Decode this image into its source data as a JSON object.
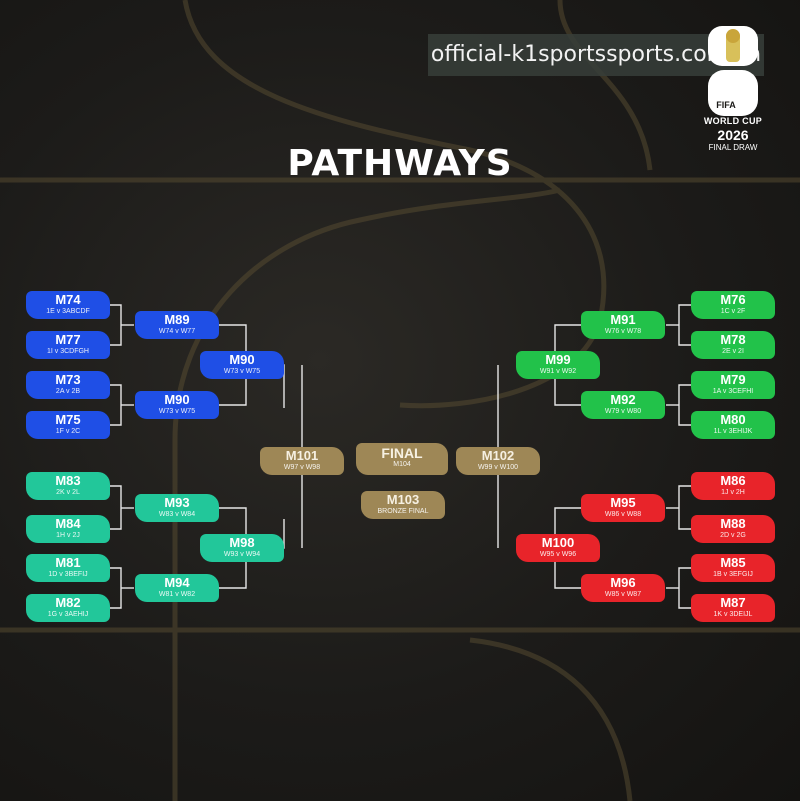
{
  "watermark": "official-k1sportssports.com.cn",
  "logo": {
    "fifa": "FIFA",
    "world_cup": "WORLD CUP",
    "year": "2026",
    "final_draw": "FINAL DRAW"
  },
  "title": "PATHWAYS",
  "colors": {
    "blue": "#1f4fe6",
    "teal": "#22c79a",
    "green": "#22c24a",
    "red": "#e8242a",
    "gold": "#9e8756"
  },
  "matches": {
    "m74": {
      "code": "M74",
      "sub": "1E v 3ABCDF"
    },
    "m77": {
      "code": "M77",
      "sub": "1I v 3CDFGH"
    },
    "m73": {
      "code": "M73",
      "sub": "2A v 2B"
    },
    "m75": {
      "code": "M75",
      "sub": "1F v 2C"
    },
    "m83": {
      "code": "M83",
      "sub": "2K v 2L"
    },
    "m84": {
      "code": "M84",
      "sub": "1H v 2J"
    },
    "m81": {
      "code": "M81",
      "sub": "1D v 3BEFIJ"
    },
    "m82": {
      "code": "M82",
      "sub": "1G v 3AEHIJ"
    },
    "m89": {
      "code": "M89",
      "sub": "W74 v W77"
    },
    "m90a": {
      "code": "M90",
      "sub": "W73 v W75"
    },
    "m90b": {
      "code": "M90",
      "sub": "W73 v W75"
    },
    "m93": {
      "code": "M93",
      "sub": "W83 v W84"
    },
    "m94": {
      "code": "M94",
      "sub": "W81 v W82"
    },
    "m98": {
      "code": "M98",
      "sub": "W93 v W94"
    },
    "m101": {
      "code": "M101",
      "sub": "W97 v W98"
    },
    "final": {
      "code": "FINAL",
      "sub": "M104"
    },
    "m103": {
      "code": "M103",
      "sub": "BRONZE FINAL"
    },
    "m102": {
      "code": "M102",
      "sub": "W99 v W100"
    },
    "m99": {
      "code": "M99",
      "sub": "W91 v W92"
    },
    "m100": {
      "code": "M100",
      "sub": "W95 v W96"
    },
    "m91": {
      "code": "M91",
      "sub": "W76 v W78"
    },
    "m92": {
      "code": "M92",
      "sub": "W79 v W80"
    },
    "m95": {
      "code": "M95",
      "sub": "W86 v W88"
    },
    "m96": {
      "code": "M96",
      "sub": "W85 v W87"
    },
    "m76": {
      "code": "M76",
      "sub": "1C v 2F"
    },
    "m78": {
      "code": "M78",
      "sub": "2E v 2I"
    },
    "m79": {
      "code": "M79",
      "sub": "1A v 3CEFHI"
    },
    "m80": {
      "code": "M80",
      "sub": "1L v 3EHIJK"
    },
    "m86": {
      "code": "M86",
      "sub": "1J v 2H"
    },
    "m88": {
      "code": "M88",
      "sub": "2D v 2G"
    },
    "m85": {
      "code": "M85",
      "sub": "1B v 3EFGIJ"
    },
    "m87": {
      "code": "M87",
      "sub": "1K v 3DEIJL"
    }
  }
}
